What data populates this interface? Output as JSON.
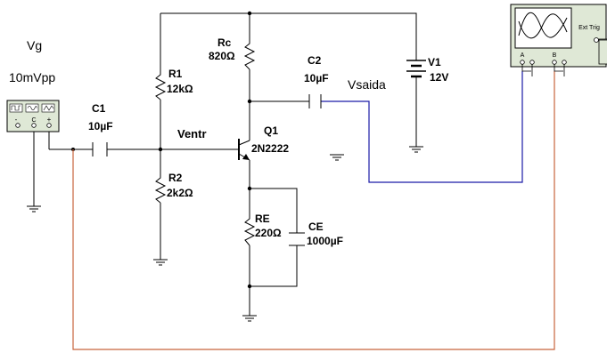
{
  "source": {
    "name": "Vg",
    "amplitude": "10mVpp"
  },
  "components": {
    "c1": {
      "name": "C1",
      "value": "10µF"
    },
    "c2": {
      "name": "C2",
      "value": "10µF"
    },
    "r1": {
      "name": "R1",
      "value": "12kΩ"
    },
    "r2": {
      "name": "R2",
      "value": "2k2Ω"
    },
    "rc": {
      "name": "Rc",
      "value": "820Ω"
    },
    "re": {
      "name": "RE",
      "value": "220Ω"
    },
    "ce": {
      "name": "CE",
      "value": "1000µF"
    },
    "q1": {
      "name": "Q1",
      "value": "2N2222"
    },
    "v1": {
      "name": "V1",
      "value": "12V"
    }
  },
  "nodes": {
    "input": "Ventr",
    "output": "Vsaida"
  },
  "generator_panel": {
    "minus": "-",
    "common": "C",
    "plus": "+"
  },
  "scope": {
    "ext_trig": "Ext Trig",
    "ch_a": "A",
    "ch_b": "B"
  },
  "colors": {
    "wire": "#000000",
    "probe_a": "#1a1aa6",
    "probe_b": "#c8643c",
    "instrument": "#dfe8d6"
  }
}
